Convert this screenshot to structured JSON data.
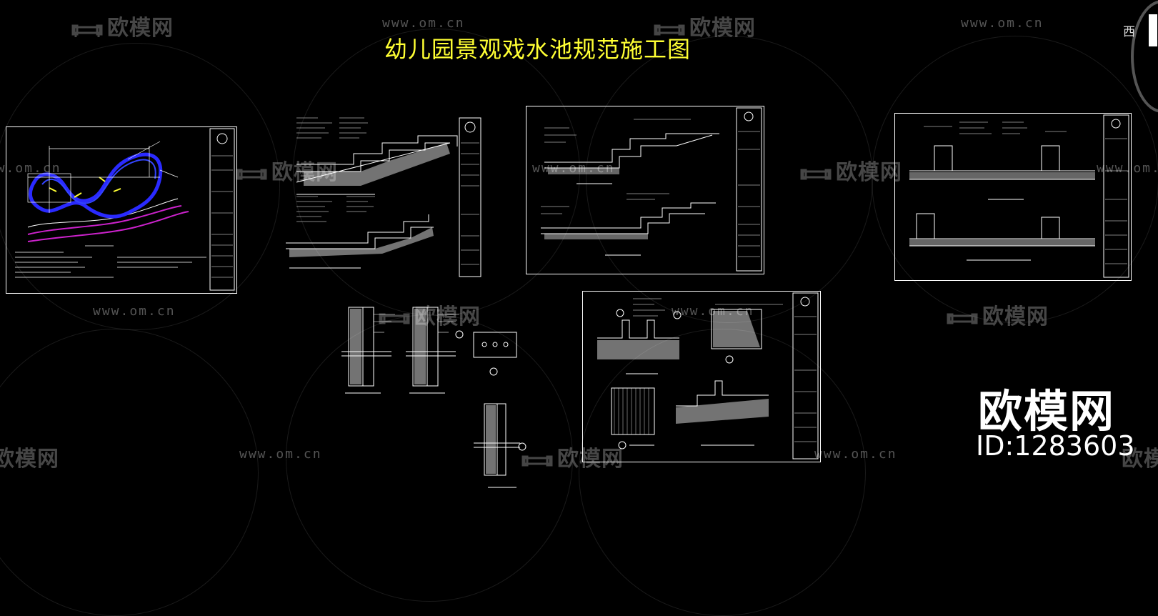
{
  "title": "幼儿园景观戏水池规范施工图",
  "watermark": {
    "logo_text": "欧模网",
    "url_text": "www.om.cn"
  },
  "brand": {
    "name": "欧模网",
    "id_text": "ID:1283603"
  },
  "corner_label": "西",
  "colors": {
    "background": "#000000",
    "title": "#ffff33",
    "line": "#ffffff",
    "pool_outline": "#2a2aff",
    "path_curve": "#cc22cc"
  }
}
